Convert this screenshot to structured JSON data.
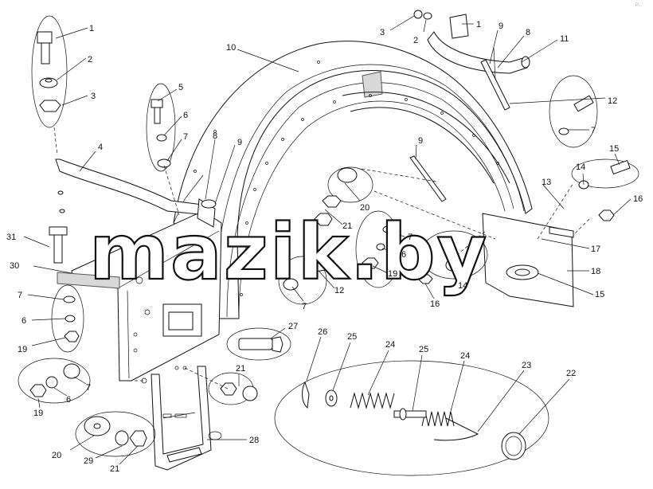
{
  "watermark": "mazik.by",
  "corner_mark": "P...",
  "callouts": {
    "c1a": "1",
    "c2a": "2",
    "c3a": "3",
    "c4": "4",
    "c5": "5",
    "c6a": "6",
    "c7a": "7",
    "c8a": "8",
    "c9a": "9",
    "c10": "10",
    "c3b": "3",
    "c2b": "2",
    "c1b": "1",
    "c9b": "9",
    "c8b": "8",
    "c11": "11",
    "c12a": "12",
    "c7b": "7",
    "c15a": "15",
    "c14a": "14",
    "c13": "13",
    "c16a": "16",
    "c17": "17",
    "c18": "18",
    "c15b": "15",
    "c9c": "9",
    "c20a": "20",
    "c21a": "21",
    "c7c": "7",
    "c6b": "6",
    "c19a": "19",
    "c16b": "16",
    "c14b": "14",
    "c12b": "12",
    "c7d": "7",
    "c31": "31",
    "c30": "30",
    "c7e": "7",
    "c6c": "6",
    "c19b": "19",
    "c19c": "19",
    "c6d": "6",
    "c7f": "7",
    "c20b": "20",
    "c29": "29",
    "c21b": "21",
    "c27": "27",
    "c21c": "21",
    "c28": "28",
    "c26": "26",
    "c25a": "25",
    "c24a": "24",
    "c25b": "25",
    "c24b": "24",
    "c23": "23",
    "c22": "22"
  }
}
